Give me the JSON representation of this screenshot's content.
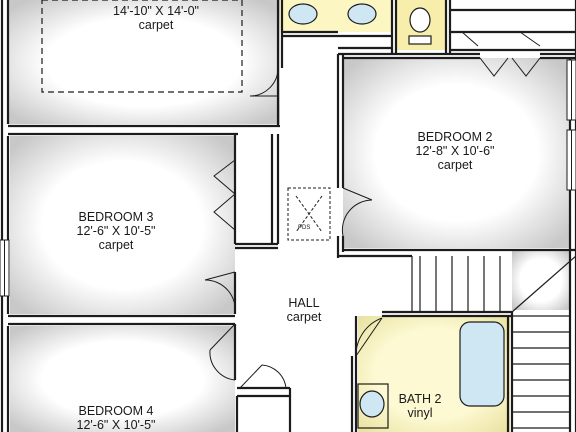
{
  "rooms": {
    "top_bedroom": {
      "dimensions": "14'-10\" X 14'-0\"",
      "floor": "carpet"
    },
    "bedroom2": {
      "name": "BEDROOM 2",
      "dimensions": "12'-8\" X 10'-6\"",
      "floor": "carpet"
    },
    "bedroom3": {
      "name": "BEDROOM 3",
      "dimensions": "12'-6\" X 10'-5\"",
      "floor": "carpet"
    },
    "bedroom4": {
      "name": "BEDROOM 4",
      "dimensions": "12'-6\" X 10'-5\""
    },
    "hall": {
      "name": "HALL",
      "floor": "carpet"
    },
    "bath2": {
      "name": "BATH 2",
      "floor": "vinyl"
    }
  },
  "fixtures": {
    "pds_label": "PDS"
  },
  "colors": {
    "wall": "#1c1c1c",
    "bath_fill": "#fbf6c2",
    "fixture_fill": "#cfe6f3",
    "room_fill": "#ffffff",
    "shadow": "#b9b9b9"
  }
}
